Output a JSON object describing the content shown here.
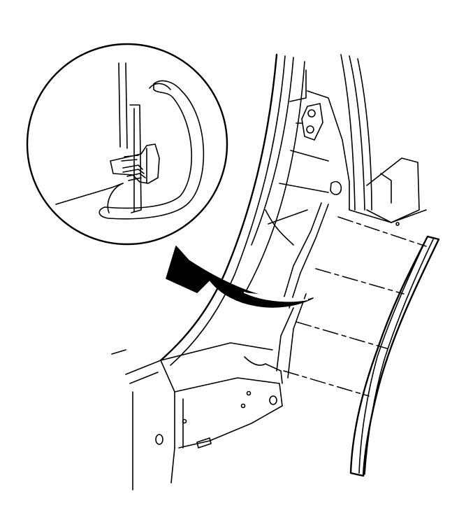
{
  "figure": {
    "colors": {
      "line": "#000000",
      "background": "#ffffff"
    },
    "parts": [
      "detail-magnifier-view",
      "push-in-retainer",
      "weatherstrip-seal",
      "door-opening-pillar",
      "rocker-panel",
      "curved-callout-arrow",
      "door-edge-weatherstrip",
      "hinge-bracket"
    ]
  }
}
